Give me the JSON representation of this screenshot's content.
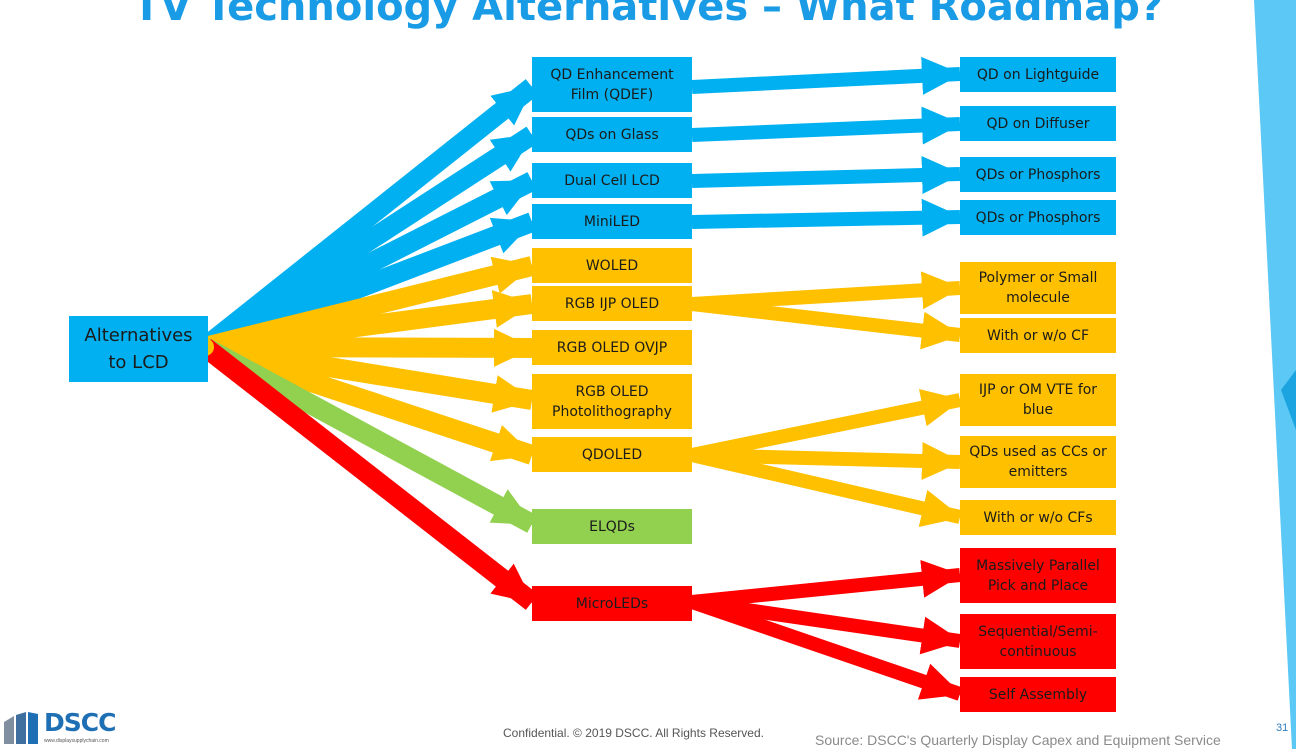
{
  "title": "TV Technology Alternatives – What Roadmap?",
  "root": "Alternatives to LCD",
  "colors": {
    "blue": "#00b0f0",
    "yellow": "#ffc000",
    "green": "#92d050",
    "red": "#ff0000",
    "title": "#1a9be6"
  },
  "technologies": [
    {
      "label": "QD Enhancement Film (QDEF)",
      "color": "blue"
    },
    {
      "label": "QDs on Glass",
      "color": "blue"
    },
    {
      "label": "Dual Cell LCD",
      "color": "blue"
    },
    {
      "label": "MiniLED",
      "color": "blue"
    },
    {
      "label": "WOLED",
      "color": "yellow"
    },
    {
      "label": "RGB IJP OLED",
      "color": "yellow"
    },
    {
      "label": "RGB OLED OVJP",
      "color": "yellow"
    },
    {
      "label": "RGB OLED Photolithography",
      "color": "yellow"
    },
    {
      "label": "QDOLED",
      "color": "yellow"
    },
    {
      "label": "ELQDs",
      "color": "green"
    },
    {
      "label": "MicroLEDs",
      "color": "red"
    }
  ],
  "options": [
    {
      "label": "QD on Lightguide",
      "color": "blue"
    },
    {
      "label": "QD on Diffuser",
      "color": "blue"
    },
    {
      "label": "QDs or Phosphors",
      "color": "blue"
    },
    {
      "label": "QDs or Phosphors",
      "color": "blue"
    },
    {
      "label": "Polymer or Small molecule",
      "color": "yellow"
    },
    {
      "label": "With or w/o CF",
      "color": "yellow"
    },
    {
      "label": "IJP or OM VTE for blue",
      "color": "yellow"
    },
    {
      "label": "QDs used as CCs or emitters",
      "color": "yellow"
    },
    {
      "label": "With or w/o CFs",
      "color": "yellow"
    },
    {
      "label": "Massively Parallel Pick and Place",
      "color": "red"
    },
    {
      "label": "Sequential/Semi-continuous",
      "color": "red"
    },
    {
      "label": "Self Assembly",
      "color": "red"
    }
  ],
  "footer": {
    "confidential": "Confidential. © 2019 DSCC. All Rights Reserved.",
    "source": "Source: DSCC's Quarterly Display Capex and Equipment Service",
    "page_number": "31"
  },
  "logo": {
    "text": "DSCC",
    "url": "www.displaysupplychain.com"
  }
}
